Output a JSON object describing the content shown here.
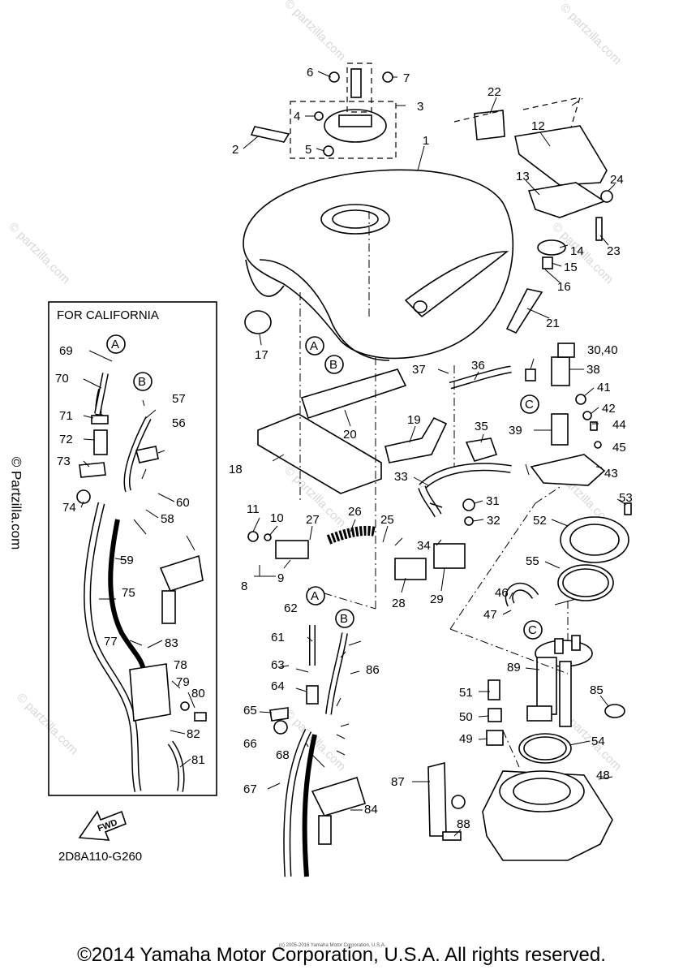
{
  "inset_title": "FOR CALIFORNIA",
  "diagram_code": "2D8A110-G260",
  "fwd_label": "FWD",
  "copyright": "©2014 Yamaha Motor Corporation, U.S.A. All rights reserved.",
  "tiny_copyright": "(c) 2005-2016 Yamaha Motor Corporation, U.S.A.",
  "side_watermark": "© Partzilla.com",
  "watermark": "© partzilla.com",
  "callouts": {
    "a": "A",
    "b": "B",
    "c": "C"
  },
  "part_numbers": [
    "1",
    "2",
    "3",
    "4",
    "5",
    "6",
    "7",
    "8",
    "9",
    "10",
    "11",
    "12",
    "13",
    "14",
    "15",
    "16",
    "17",
    "18",
    "19",
    "20",
    "21",
    "22",
    "23",
    "24",
    "25",
    "26",
    "27",
    "28",
    "29",
    "30,40",
    "31",
    "32",
    "33",
    "34",
    "35",
    "36",
    "37",
    "38",
    "39",
    "41",
    "42",
    "43",
    "44",
    "45",
    "46",
    "47",
    "48",
    "49",
    "50",
    "51",
    "52",
    "53",
    "54",
    "55",
    "56",
    "57",
    "58",
    "59",
    "60",
    "61",
    "62",
    "63",
    "64",
    "65",
    "66",
    "67",
    "68",
    "69",
    "70",
    "71",
    "72",
    "73",
    "74",
    "75",
    "77",
    "78",
    "79",
    "80",
    "81",
    "82",
    "83",
    "84",
    "85",
    "86",
    "87",
    "88",
    "89"
  ]
}
